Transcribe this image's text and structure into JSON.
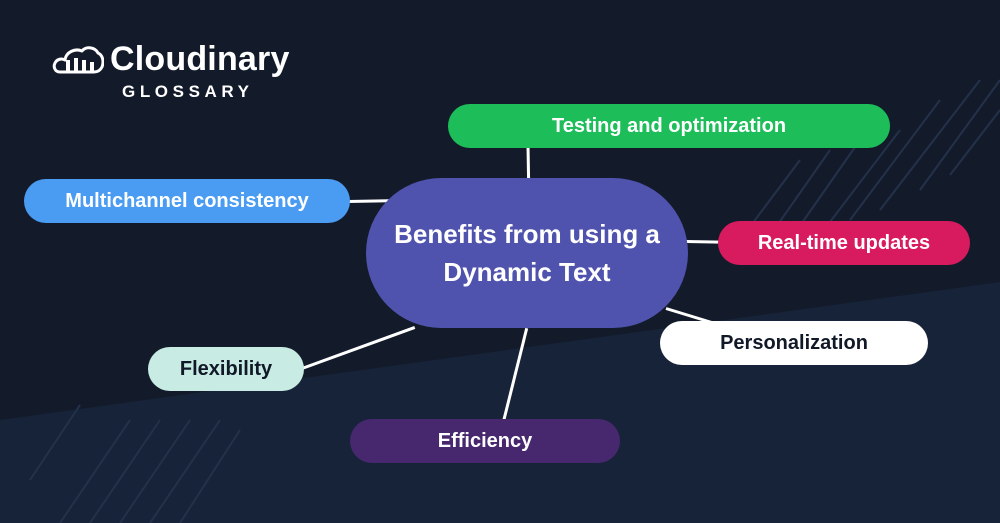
{
  "brand": {
    "name": "Cloudinary",
    "subtitle": "GLOSSARY",
    "logo_icon": "cloud-logo-icon"
  },
  "diagram": {
    "center": {
      "label": "Benefits from using a Dynamic Text"
    },
    "nodes": [
      {
        "id": "testing",
        "label": "Testing and optimization",
        "color": "#1dbe5a",
        "text_color": "#ffffff"
      },
      {
        "id": "multichannel",
        "label": "Multichannel consistency",
        "color": "#4a9cf2",
        "text_color": "#ffffff"
      },
      {
        "id": "realtime",
        "label": "Real-time updates",
        "color": "#d81b5f",
        "text_color": "#ffffff"
      },
      {
        "id": "personalization",
        "label": "Personalization",
        "color": "#ffffff",
        "text_color": "#111827"
      },
      {
        "id": "flexibility",
        "label": "Flexibility",
        "color": "#c8ece4",
        "text_color": "#111827"
      },
      {
        "id": "efficiency",
        "label": "Efficiency",
        "color": "#47286f",
        "text_color": "#ffffff"
      }
    ]
  },
  "colors": {
    "background": "#131b2b",
    "center_node": "#4f53ad",
    "connector": "#ffffff"
  }
}
